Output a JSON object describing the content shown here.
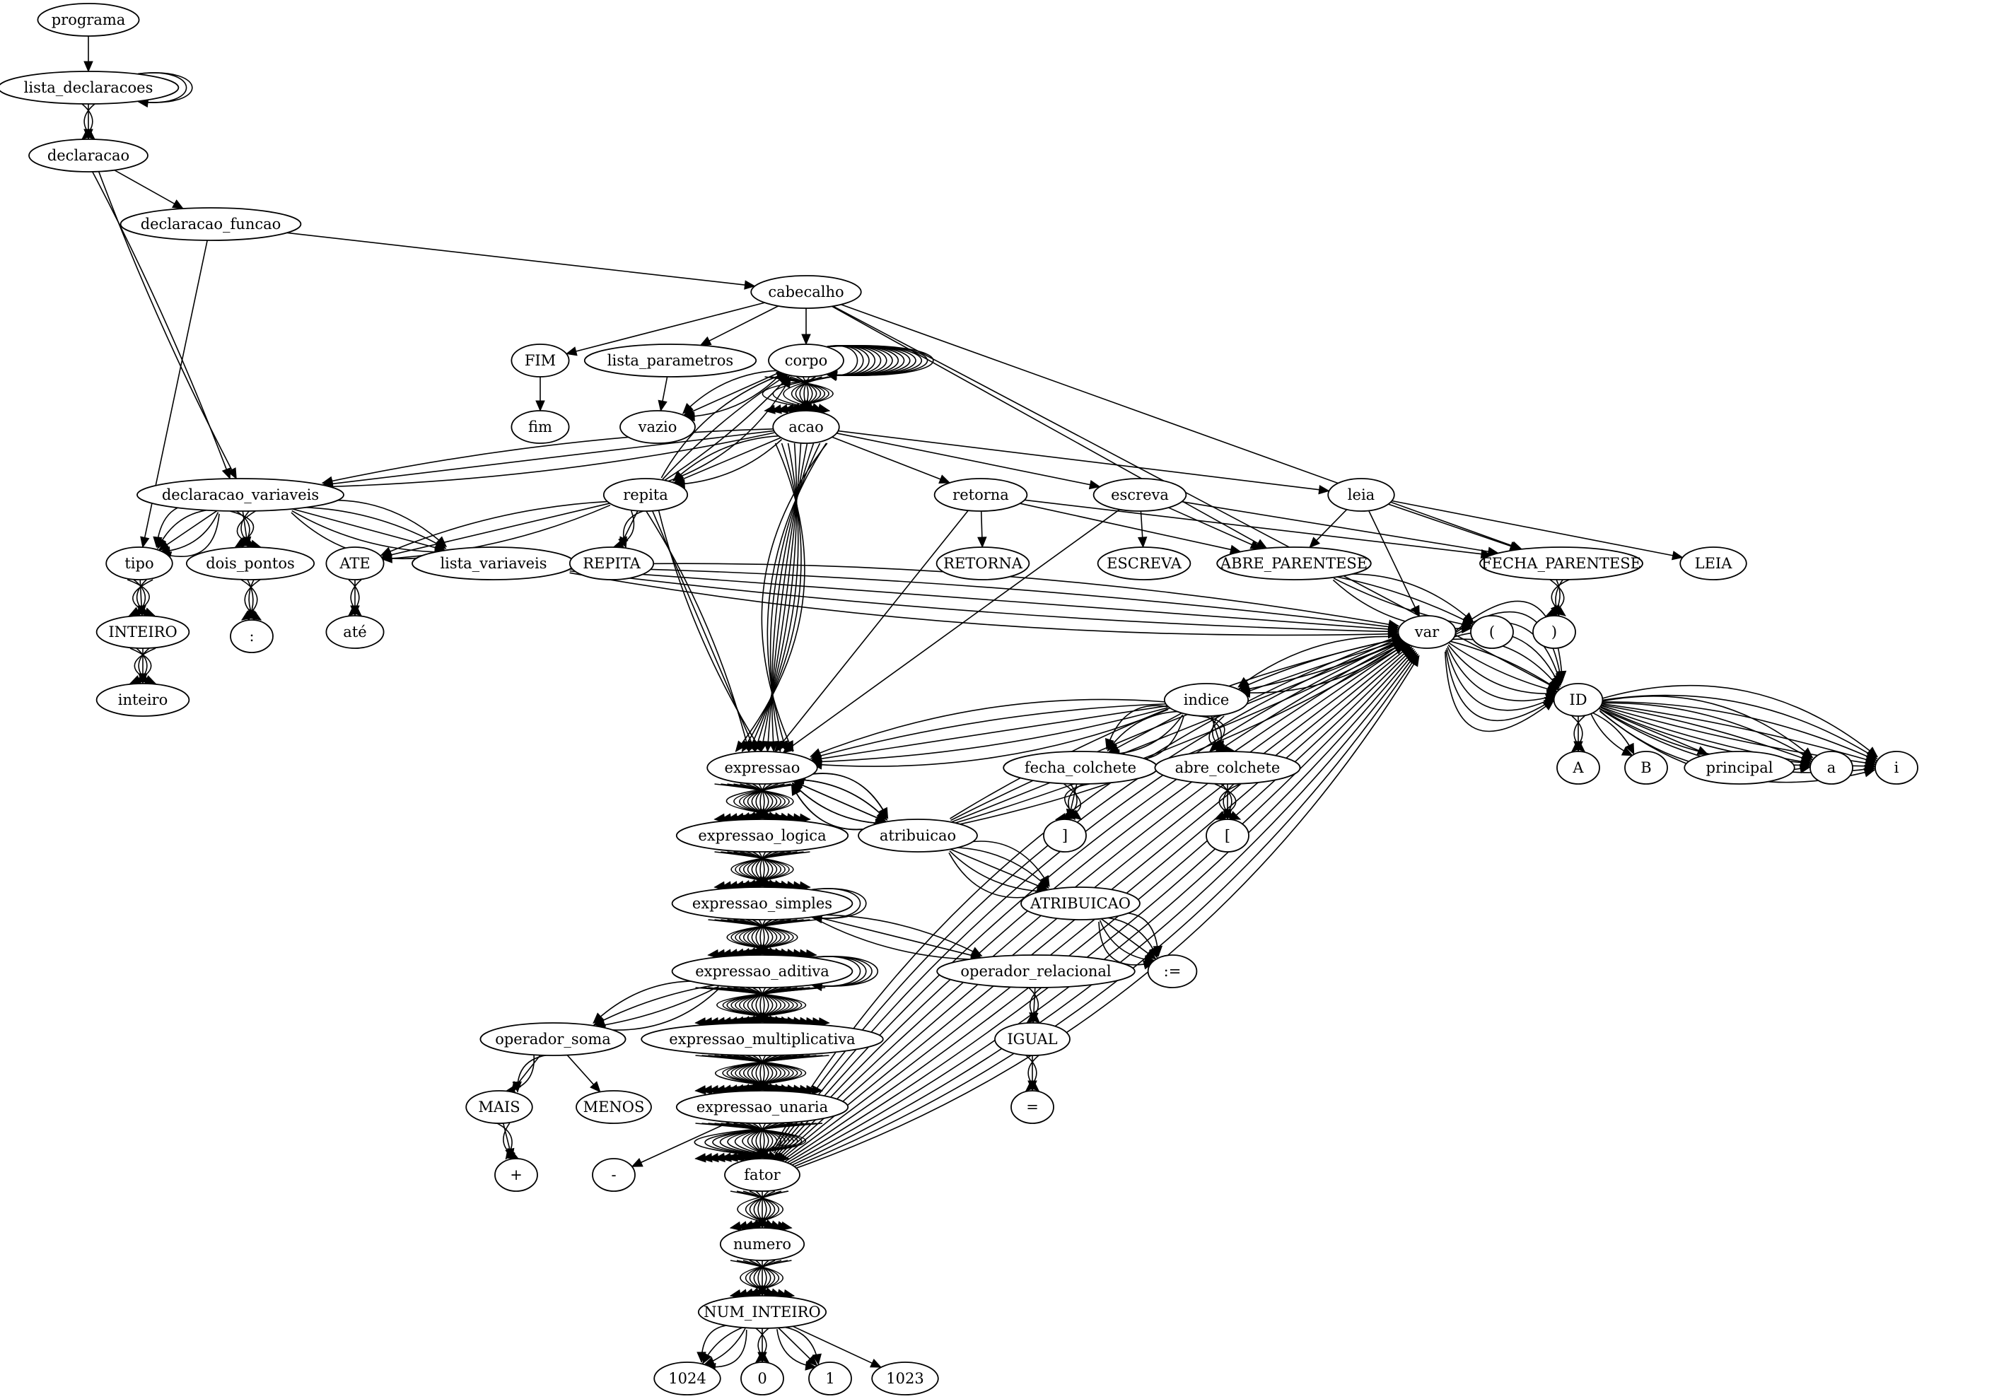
{
  "diagram": {
    "nodes": [
      {
        "id": "programa",
        "label": "programa"
      },
      {
        "id": "lista_declaracoes",
        "label": "lista_declaracoes"
      },
      {
        "id": "declaracao",
        "label": "declaracao"
      },
      {
        "id": "declaracao_funcao",
        "label": "declaracao_funcao"
      },
      {
        "id": "cabecalho",
        "label": "cabecalho"
      },
      {
        "id": "FIM",
        "label": "FIM"
      },
      {
        "id": "fim",
        "label": "fim"
      },
      {
        "id": "lista_parametros",
        "label": "lista_parametros"
      },
      {
        "id": "corpo",
        "label": "corpo"
      },
      {
        "id": "vazio",
        "label": "vazio"
      },
      {
        "id": "acao",
        "label": "acao"
      },
      {
        "id": "declaracao_variaveis",
        "label": "declaracao_variaveis"
      },
      {
        "id": "tipo",
        "label": "tipo"
      },
      {
        "id": "INTEIRO",
        "label": "INTEIRO"
      },
      {
        "id": "inteiro",
        "label": "inteiro"
      },
      {
        "id": "dois_pontos",
        "label": "dois_pontos"
      },
      {
        "id": "colon",
        "label": ":"
      },
      {
        "id": "ATE",
        "label": "ATE"
      },
      {
        "id": "ate",
        "label": "até"
      },
      {
        "id": "lista_variaveis",
        "label": "lista_variaveis"
      },
      {
        "id": "repita",
        "label": "repita"
      },
      {
        "id": "REPITA",
        "label": "REPITA"
      },
      {
        "id": "retorna",
        "label": "retorna"
      },
      {
        "id": "RETORNA",
        "label": "RETORNA"
      },
      {
        "id": "escreva",
        "label": "escreva"
      },
      {
        "id": "ESCREVA",
        "label": "ESCREVA"
      },
      {
        "id": "leia",
        "label": "leia"
      },
      {
        "id": "LEIA",
        "label": "LEIA"
      },
      {
        "id": "ABRE_PARENTESE",
        "label": "ABRE_PARENTESE"
      },
      {
        "id": "FECHA_PARENTESE",
        "label": "FECHA_PARENTESE"
      },
      {
        "id": "var",
        "label": "var"
      },
      {
        "id": "lparen",
        "label": "("
      },
      {
        "id": "rparen",
        "label": ")"
      },
      {
        "id": "ID",
        "label": "ID"
      },
      {
        "id": "A",
        "label": "A"
      },
      {
        "id": "B",
        "label": "B"
      },
      {
        "id": "principal",
        "label": "principal"
      },
      {
        "id": "a",
        "label": "a"
      },
      {
        "id": "i",
        "label": "i"
      },
      {
        "id": "indice",
        "label": "indice"
      },
      {
        "id": "fecha_colchete",
        "label": "fecha_colchete"
      },
      {
        "id": "rbracket",
        "label": "]"
      },
      {
        "id": "abre_colchete",
        "label": "abre_colchete"
      },
      {
        "id": "lbracket",
        "label": "["
      },
      {
        "id": "expressao",
        "label": "expressao"
      },
      {
        "id": "expressao_logica",
        "label": "expressao_logica"
      },
      {
        "id": "atribuicao",
        "label": "atribuicao"
      },
      {
        "id": "ATRIBUICAO",
        "label": "ATRIBUICAO"
      },
      {
        "id": "assign",
        "label": ":="
      },
      {
        "id": "expressao_simples",
        "label": "expressao_simples"
      },
      {
        "id": "operador_relacional",
        "label": "operador_relacional"
      },
      {
        "id": "IGUAL",
        "label": "IGUAL"
      },
      {
        "id": "equals",
        "label": "="
      },
      {
        "id": "expressao_aditiva",
        "label": "expressao_aditiva"
      },
      {
        "id": "operador_soma",
        "label": "operador_soma"
      },
      {
        "id": "MAIS",
        "label": "MAIS"
      },
      {
        "id": "plus",
        "label": "+"
      },
      {
        "id": "MENOS",
        "label": "MENOS"
      },
      {
        "id": "minus",
        "label": "-"
      },
      {
        "id": "expressao_multiplicativa",
        "label": "expressao_multiplicativa"
      },
      {
        "id": "expressao_unaria",
        "label": "expressao_unaria"
      },
      {
        "id": "fator",
        "label": "fator"
      },
      {
        "id": "numero",
        "label": "numero"
      },
      {
        "id": "NUM_INTEIRO",
        "label": "NUM_INTEIRO"
      },
      {
        "id": "n1024",
        "label": "1024"
      },
      {
        "id": "n0",
        "label": "0"
      },
      {
        "id": "n1",
        "label": "1"
      },
      {
        "id": "n1023",
        "label": "1023"
      }
    ],
    "edges": [
      {
        "from": "programa",
        "to": "lista_declaracoes",
        "count": 1
      },
      {
        "from": "lista_declaracoes",
        "to": "lista_declaracoes",
        "count": 2
      },
      {
        "from": "lista_declaracoes",
        "to": "declaracao",
        "count": 3
      },
      {
        "from": "declaracao",
        "to": "declaracao_variaveis",
        "count": 2
      },
      {
        "from": "declaracao",
        "to": "declaracao_funcao",
        "count": 1
      },
      {
        "from": "declaracao_funcao",
        "to": "tipo",
        "count": 1
      },
      {
        "from": "declaracao_funcao",
        "to": "cabecalho",
        "count": 1
      },
      {
        "from": "cabecalho",
        "to": "FIM",
        "count": 1
      },
      {
        "from": "cabecalho",
        "to": "lista_parametros",
        "count": 1
      },
      {
        "from": "cabecalho",
        "to": "corpo",
        "count": 1
      },
      {
        "from": "cabecalho",
        "to": "ABRE_PARENTESE",
        "count": 1
      },
      {
        "from": "cabecalho",
        "to": "FECHA_PARENTESE",
        "count": 1
      },
      {
        "from": "cabecalho",
        "to": "ID",
        "count": 1
      },
      {
        "from": "FIM",
        "to": "fim",
        "count": 1
      },
      {
        "from": "lista_parametros",
        "to": "vazio",
        "count": 1
      },
      {
        "from": "corpo",
        "to": "corpo",
        "count": 14
      },
      {
        "from": "corpo",
        "to": "vazio",
        "count": 3
      },
      {
        "from": "corpo",
        "to": "acao",
        "count": 14
      },
      {
        "from": "acao",
        "to": "declaracao_variaveis",
        "count": 3
      },
      {
        "from": "acao",
        "to": "repita",
        "count": 3
      },
      {
        "from": "acao",
        "to": "expressao",
        "count": 10
      },
      {
        "from": "acao",
        "to": "retorna",
        "count": 1
      },
      {
        "from": "acao",
        "to": "escreva",
        "count": 1
      },
      {
        "from": "acao",
        "to": "leia",
        "count": 1
      },
      {
        "from": "repita",
        "to": "corpo",
        "count": 4
      },
      {
        "from": "repita",
        "to": "REPITA",
        "count": 3
      },
      {
        "from": "repita",
        "to": "ATE",
        "count": 3
      },
      {
        "from": "repita",
        "to": "expressao",
        "count": 3
      },
      {
        "from": "declaracao_variaveis",
        "to": "tipo",
        "count": 5
      },
      {
        "from": "declaracao_variaveis",
        "to": "dois_pontos",
        "count": 5
      },
      {
        "from": "declaracao_variaveis",
        "to": "lista_variaveis",
        "count": 5
      },
      {
        "from": "tipo",
        "to": "INTEIRO",
        "count": 5
      },
      {
        "from": "INTEIRO",
        "to": "inteiro",
        "count": 5
      },
      {
        "from": "dois_pontos",
        "to": "colon",
        "count": 4
      },
      {
        "from": "ATE",
        "to": "ate",
        "count": 3
      },
      {
        "from": "lista_variaveis",
        "to": "var",
        "count": 5
      },
      {
        "from": "retorna",
        "to": "RETORNA",
        "count": 1
      },
      {
        "from": "retorna",
        "to": "ABRE_PARENTESE",
        "count": 1
      },
      {
        "from": "retorna",
        "to": "FECHA_PARENTESE",
        "count": 1
      },
      {
        "from": "retorna",
        "to": "expressao",
        "count": 1
      },
      {
        "from": "escreva",
        "to": "ESCREVA",
        "count": 1
      },
      {
        "from": "escreva",
        "to": "ABRE_PARENTESE",
        "count": 1
      },
      {
        "from": "escreva",
        "to": "FECHA_PARENTESE",
        "count": 1
      },
      {
        "from": "escreva",
        "to": "expressao",
        "count": 1
      },
      {
        "from": "leia",
        "to": "LEIA",
        "count": 1
      },
      {
        "from": "leia",
        "to": "ABRE_PARENTESE",
        "count": 1
      },
      {
        "from": "leia",
        "to": "FECHA_PARENTESE",
        "count": 1
      },
      {
        "from": "leia",
        "to": "var",
        "count": 1
      },
      {
        "from": "ABRE_PARENTESE",
        "to": "lparen",
        "count": 4
      },
      {
        "from": "FECHA_PARENTESE",
        "to": "rparen",
        "count": 4
      },
      {
        "from": "var",
        "to": "ID",
        "count": 12
      },
      {
        "from": "var",
        "to": "indice",
        "count": 4
      },
      {
        "from": "ID",
        "to": "A",
        "count": 3
      },
      {
        "from": "ID",
        "to": "B",
        "count": 2
      },
      {
        "from": "ID",
        "to": "principal",
        "count": 1
      },
      {
        "from": "ID",
        "to": "a",
        "count": 6
      },
      {
        "from": "ID",
        "to": "i",
        "count": 8
      },
      {
        "from": "indice",
        "to": "fecha_colchete",
        "count": 5
      },
      {
        "from": "indice",
        "to": "abre_colchete",
        "count": 5
      },
      {
        "from": "indice",
        "to": "expressao",
        "count": 5
      },
      {
        "from": "fecha_colchete",
        "to": "rbracket",
        "count": 5
      },
      {
        "from": "abre_colchete",
        "to": "lbracket",
        "count": 5
      },
      {
        "from": "expressao",
        "to": "expressao_logica",
        "count": 16
      },
      {
        "from": "expressao",
        "to": "atribuicao",
        "count": 5
      },
      {
        "from": "atribuicao",
        "to": "var",
        "count": 5
      },
      {
        "from": "atribuicao",
        "to": "ATRIBUICAO",
        "count": 5
      },
      {
        "from": "atribuicao",
        "to": "expressao",
        "count": 5
      },
      {
        "from": "ATRIBUICAO",
        "to": "assign",
        "count": 5
      },
      {
        "from": "expressao_logica",
        "to": "expressao_simples",
        "count": 16
      },
      {
        "from": "expressao_simples",
        "to": "expressao_simples",
        "count": 2
      },
      {
        "from": "expressao_simples",
        "to": "expressao_aditiva",
        "count": 18
      },
      {
        "from": "expressao_simples",
        "to": "operador_relacional",
        "count": 3
      },
      {
        "from": "operador_relacional",
        "to": "IGUAL",
        "count": 3
      },
      {
        "from": "IGUAL",
        "to": "equals",
        "count": 3
      },
      {
        "from": "expressao_aditiva",
        "to": "expressao_aditiva",
        "count": 4
      },
      {
        "from": "expressao_aditiva",
        "to": "operador_soma",
        "count": 4
      },
      {
        "from": "expressao_aditiva",
        "to": "expressao_multiplicativa",
        "count": 22
      },
      {
        "from": "operador_soma",
        "to": "MAIS",
        "count": 3
      },
      {
        "from": "operador_soma",
        "to": "MENOS",
        "count": 1
      },
      {
        "from": "MAIS",
        "to": "plus",
        "count": 3
      },
      {
        "from": "expressao_multiplicativa",
        "to": "expressao_unaria",
        "count": 22
      },
      {
        "from": "expressao_unaria",
        "to": "minus",
        "count": 1
      },
      {
        "from": "expressao_unaria",
        "to": "fator",
        "count": 22
      },
      {
        "from": "fator",
        "to": "var",
        "count": 15
      },
      {
        "from": "fator",
        "to": "numero",
        "count": 11
      },
      {
        "from": "numero",
        "to": "NUM_INTEIRO",
        "count": 11
      },
      {
        "from": "NUM_INTEIRO",
        "to": "n1024",
        "count": 4
      },
      {
        "from": "NUM_INTEIRO",
        "to": "n0",
        "count": 3
      },
      {
        "from": "NUM_INTEIRO",
        "to": "n1",
        "count": 3
      },
      {
        "from": "NUM_INTEIRO",
        "to": "n1023",
        "count": 1
      }
    ]
  }
}
